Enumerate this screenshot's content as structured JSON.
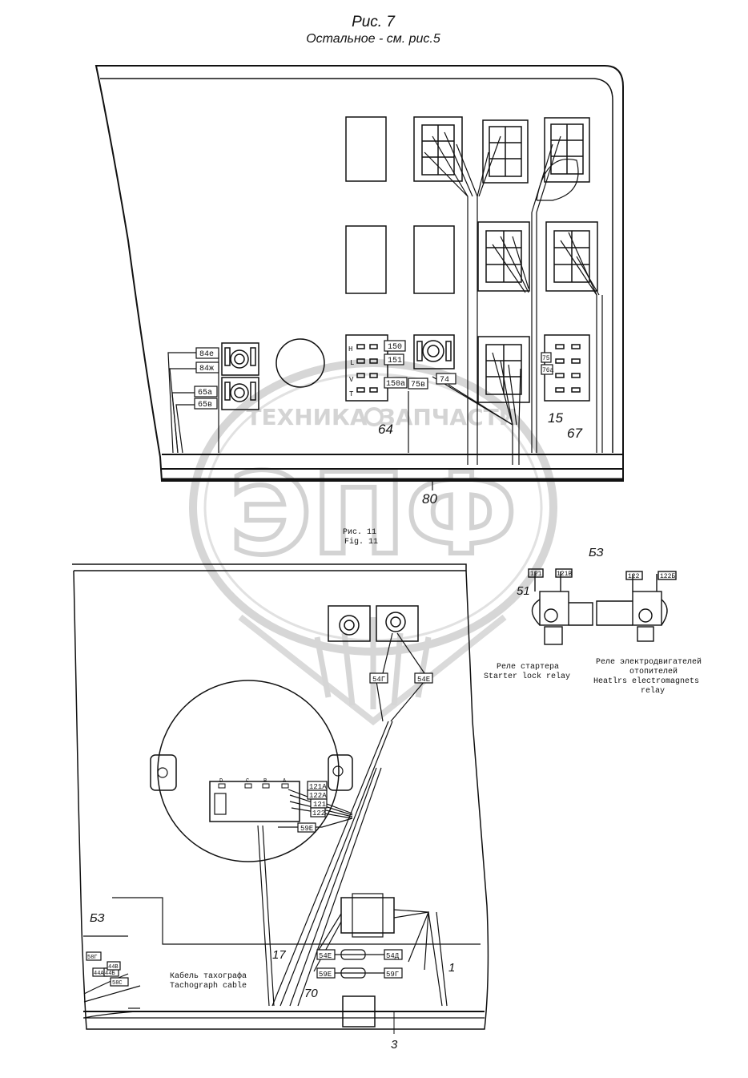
{
  "header": {
    "title": "Рис. 7",
    "subtitle": "Остальное - см. рис.5"
  },
  "upper_panel": {
    "connector_tags": [
      "84е",
      "84ж",
      "65а",
      "65в",
      "150",
      "151",
      "150а",
      "75в",
      "74"
    ],
    "relay_letters": [
      "Н",
      "L",
      "V",
      "T"
    ],
    "side_tags": [
      "75",
      "76а"
    ],
    "callouts": [
      "15",
      "64",
      "67",
      "80"
    ]
  },
  "lower_panel": {
    "fig_ref": [
      "Рис. 11",
      "Fig. 11"
    ],
    "tags_top": [
      "54Г",
      "54Е"
    ],
    "circle_tags": [
      "121А",
      "122А",
      "121",
      "122",
      "59Е"
    ],
    "module_cols": [
      "D",
      "C",
      "B",
      "A"
    ],
    "wire_tags": [
      "54Е",
      "54Д",
      "59Е",
      "59Г"
    ],
    "left_tags": [
      "58Г",
      "44А",
      "44Б",
      "44В",
      "58С"
    ],
    "b3_label": "БЗ",
    "cable_ru": "Кабель тахографа",
    "cable_en": "Tachograph cable",
    "callouts": [
      "17",
      "70",
      "1",
      "3"
    ]
  },
  "relay_detail": {
    "b3_label": "БЗ",
    "tags": [
      "121",
      "121В",
      "122",
      "122Б"
    ],
    "callout": "51",
    "starter_ru": "Реле стартера",
    "starter_en": "Starter lock relay",
    "heater_ru_1": "Реле электродвигателей",
    "heater_ru_2": "отопителей",
    "heater_en_1": "Heatlrs electromagnets",
    "heater_en_2": "relay"
  },
  "watermark": {
    "brand_left": "ТЕХНИКА",
    "brand_right": "ЗАПЧАСТИ",
    "logo": "ЭПФ"
  },
  "colors": {
    "ink": "#111111",
    "watermark": "#cfcfcf"
  }
}
